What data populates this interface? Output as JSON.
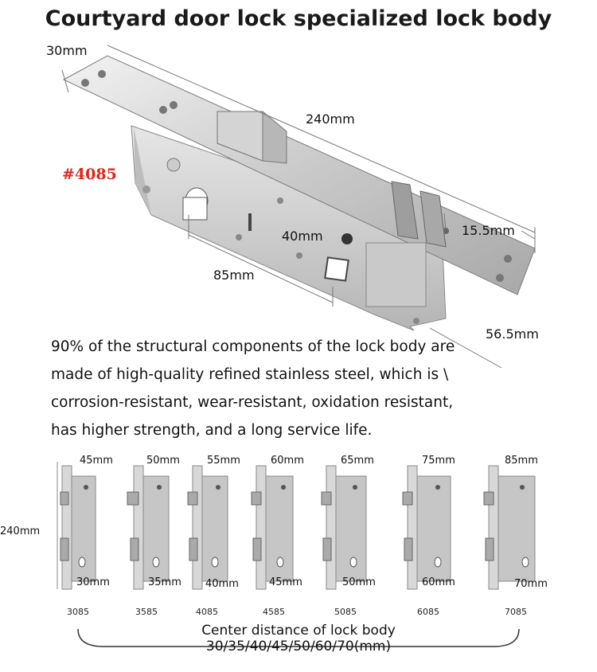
{
  "title": "Courtyard door lock specialized lock body",
  "model": "#4085",
  "dimensions": {
    "faceplate_width": "30mm",
    "length": "240mm",
    "backset": "85mm",
    "center": "40mm",
    "latch": "15.5mm",
    "depth": "56.5mm"
  },
  "description": [
    "90% of the structural components of the lock body are",
    "made of high-quality refined stainless steel, which is \\",
    "corrosion-resistant, wear-resistant, oxidation resistant,",
    "has higher strength, and a long service life."
  ],
  "variants_height": "240mm",
  "variants": [
    {
      "backset": "45mm",
      "center": "30mm",
      "code": "3085"
    },
    {
      "backset": "50mm",
      "center": "35mm",
      "code": "3585"
    },
    {
      "backset": "55mm",
      "center": "40mm",
      "code": "4085"
    },
    {
      "backset": "60mm",
      "center": "45mm",
      "code": "4585"
    },
    {
      "backset": "65mm",
      "center": "50mm",
      "code": "5085"
    },
    {
      "backset": "75mm",
      "center": "60mm",
      "code": "6085"
    },
    {
      "backset": "85mm",
      "center": "70mm",
      "code": "7085"
    }
  ],
  "caption_line1": "Center distance of lock body",
  "caption_line2": "30/35/40/45/50/60/70(mm)",
  "colors": {
    "steel_light": "#dcdcdc",
    "steel_dark": "#9a9a9a",
    "model_red": "#e0261b"
  }
}
